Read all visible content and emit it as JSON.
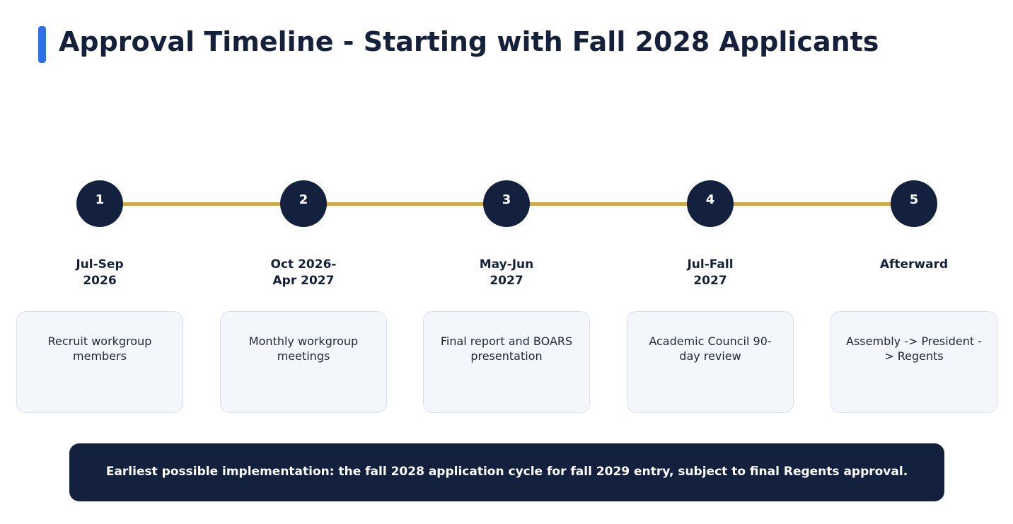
{
  "title": "Approval Timeline - Starting with Fall 2028 Applicants",
  "colors": {
    "accent_bar": "#2f6fe8",
    "navy": "#13213f",
    "track": "#d1a848",
    "card_bg": "#f3f6fb"
  },
  "steps": [
    {
      "number": "1",
      "date": "Jul-Sep\n2026",
      "description": "Recruit workgroup members"
    },
    {
      "number": "2",
      "date": "Oct 2026-\nApr 2027",
      "description": "Monthly workgroup meetings"
    },
    {
      "number": "3",
      "date": "May-Jun\n2027",
      "description": "Final report and BOARS presentation"
    },
    {
      "number": "4",
      "date": "Jul-Fall\n2027",
      "description": "Academic Council 90-day review"
    },
    {
      "number": "5",
      "date": "Afterward",
      "description": "Assembly -> President -> Regents"
    }
  ],
  "footer_note": "Earliest possible implementation: the fall 2028 application cycle for fall 2029 entry, subject to final Regents approval."
}
